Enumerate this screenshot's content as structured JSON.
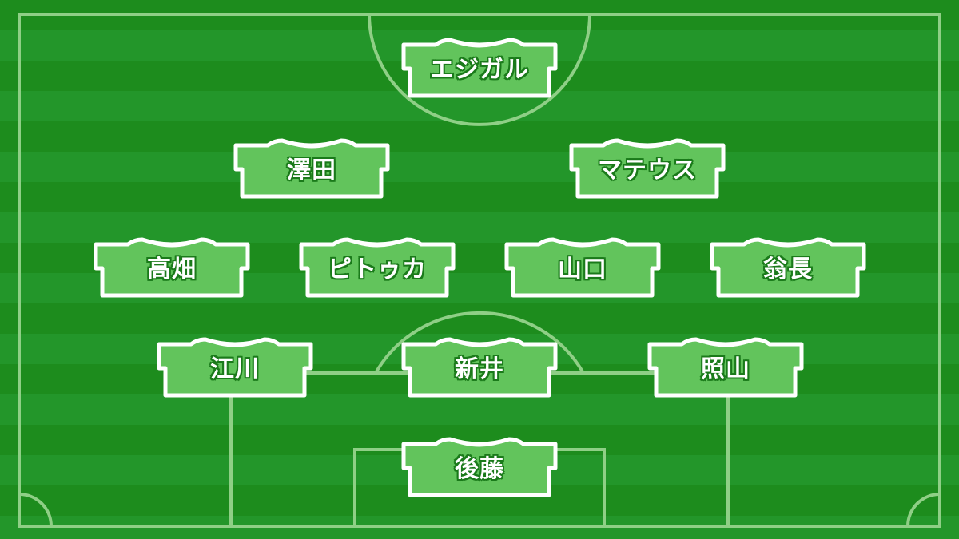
{
  "formation": {
    "forwards": [
      "エジガル"
    ],
    "attacking_midfielders": [
      "澤田",
      "マテウス"
    ],
    "midfielders": [
      "高畑",
      "ピトゥカ",
      "山口",
      "翁長"
    ],
    "defenders": [
      "江川",
      "新井",
      "照山"
    ],
    "goalkeeper": [
      "後藤"
    ]
  },
  "colors": {
    "pitch_dark": "#1d8c1d",
    "pitch_light": "#23962a",
    "lines": "#8fcf86",
    "shirt_fill": "#62c45c",
    "shirt_outline": "#ffffff",
    "name_text": "#ffffff",
    "name_outline": "#1a7a1a"
  },
  "icons": {
    "player_marker": "shirt-icon"
  }
}
